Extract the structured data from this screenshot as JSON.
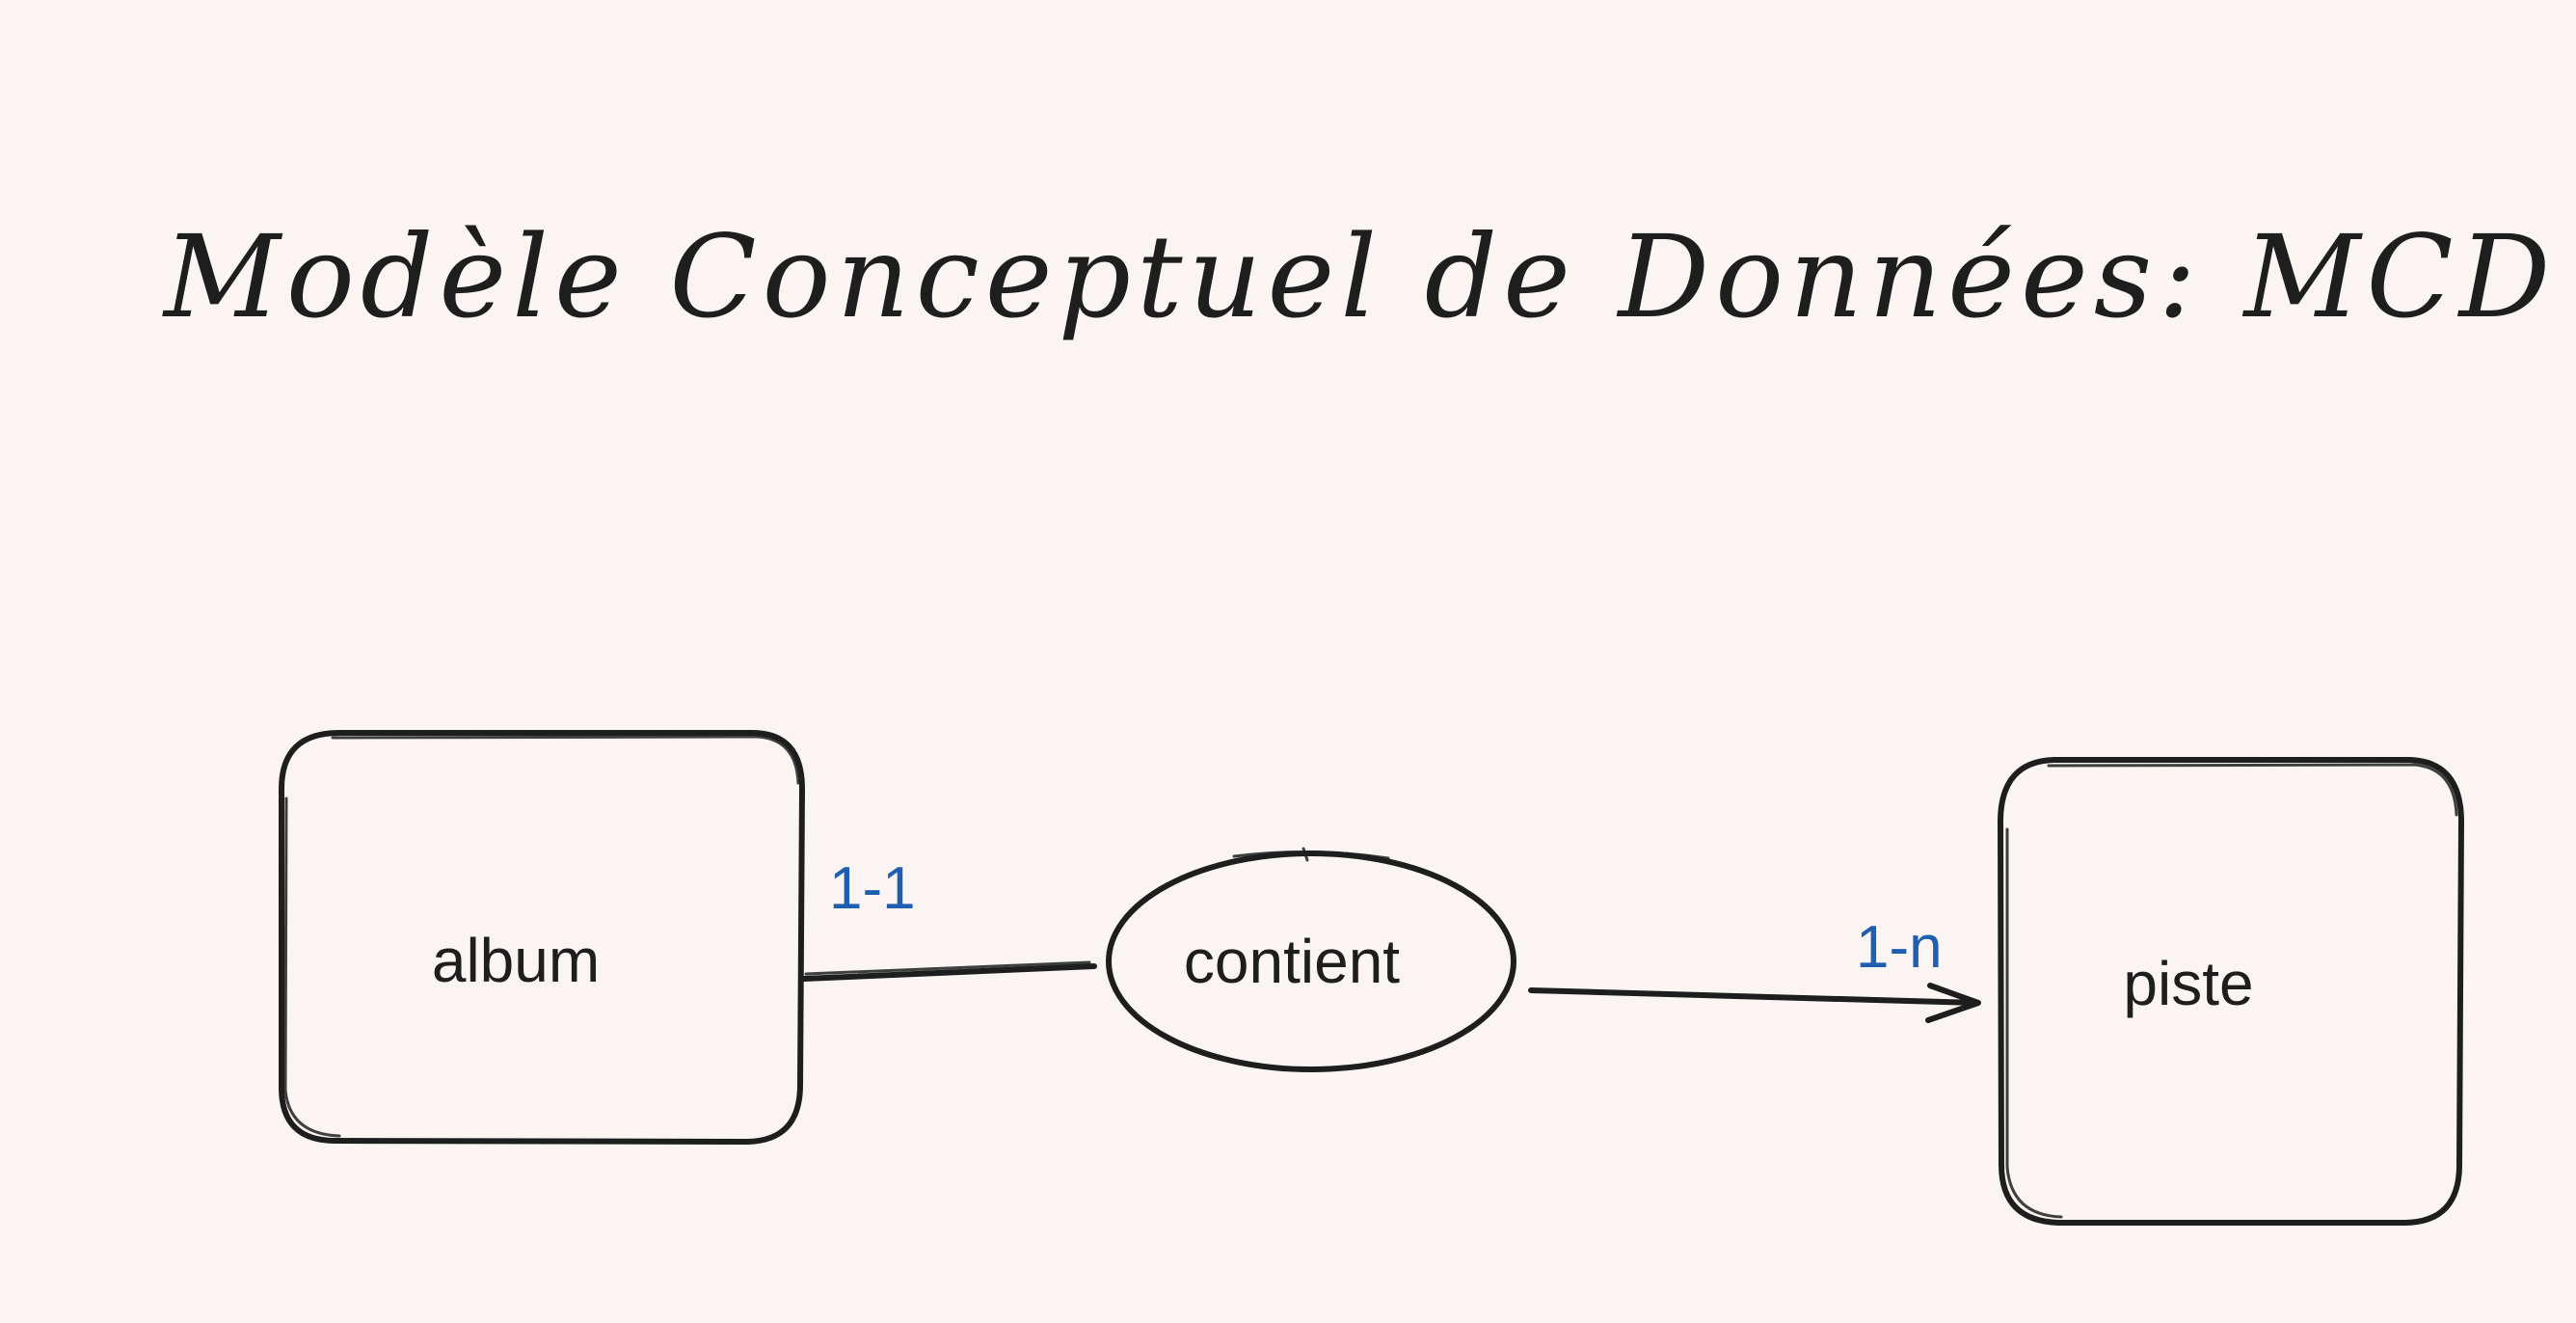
{
  "title": "Modèle Conceptuel de Données: MCD",
  "entities": {
    "album": {
      "label": "album"
    },
    "piste": {
      "label": "piste"
    }
  },
  "association": {
    "label": "contient"
  },
  "cardinalities": {
    "album_side": "1-1",
    "piste_side": "1-n"
  },
  "colors": {
    "background": "#faf5f3",
    "stroke": "#1e1e1e",
    "cardinality": "#1f5fb0"
  }
}
